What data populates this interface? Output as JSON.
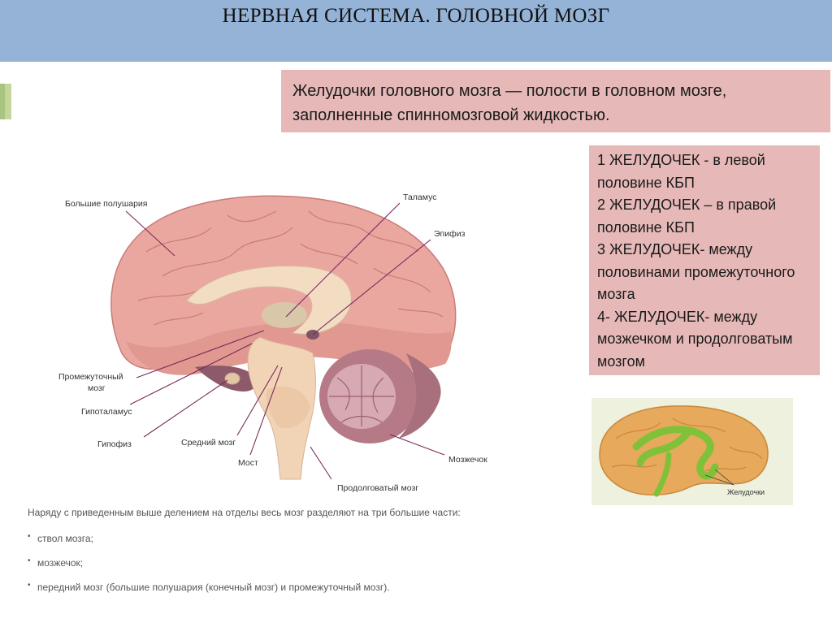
{
  "slide": {
    "title": "НЕРВНАЯ СИСТЕМА. ГОЛОВНОЙ МОЗГ",
    "definition": "Желудочки головного мозга — полости в головном мозге, заполненные спинномозговой жидкостью.",
    "ventricles": [
      "1 ЖЕЛУДОЧЕК - в левой половине КБП",
      "2 ЖЕЛУДОЧЕК – в правой половине КБП",
      "3 ЖЕЛУДОЧЕК- между половинами промежуточного мозга",
      "4- ЖЕЛУДОЧЕК- между мозжечком и продолговатым мозгом"
    ],
    "colors": {
      "header": "#95b3d7",
      "box": "#e6b9b8",
      "accent": "#c3d69b"
    }
  },
  "diagram": {
    "labels": {
      "hemispheres": "Большие полушария",
      "thalamus": "Таламус",
      "epiphysis": "Эпифиз",
      "diencephalon_1": "Промежуточный",
      "diencephalon_2": "мозг",
      "hypothalamus": "Гипоталамус",
      "hypophysis": "Гипофиз",
      "midbrain": "Средний мозг",
      "pons": "Мост",
      "cerebellum": "Мозжечок",
      "medulla": "Продолговатый мозг"
    },
    "thumbnail_label": "Желудочки"
  },
  "bottom": {
    "intro": "Наряду с приведенным выше делением на отделы весь мозг разделяют на три большие части:",
    "items": [
      "ствол мозга;",
      "мозжечок;",
      "передний мозг (большие полушария (конечный мозг) и промежуточный мозг)."
    ]
  }
}
